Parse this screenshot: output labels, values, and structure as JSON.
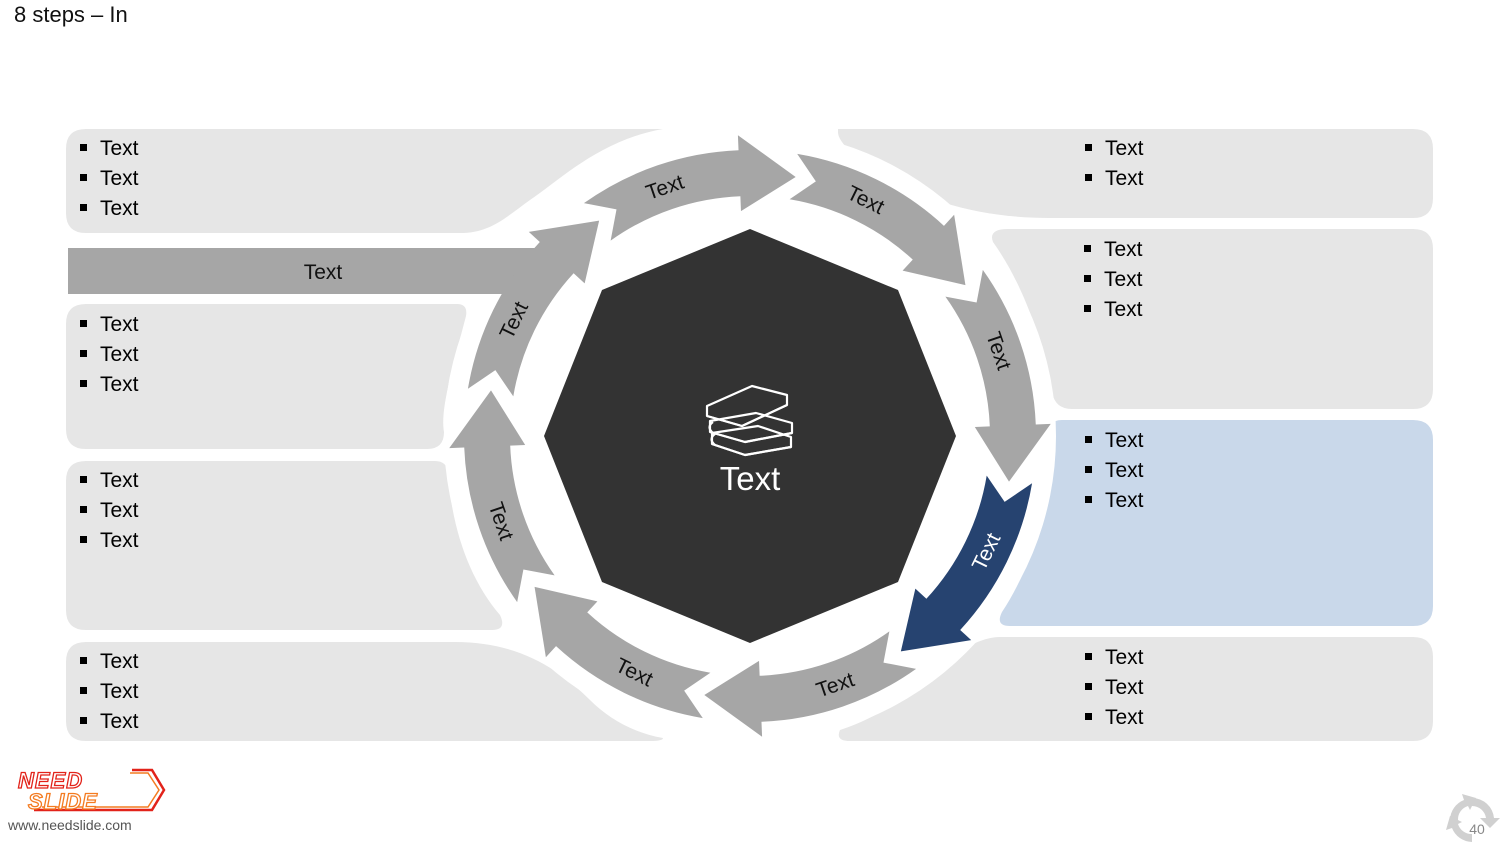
{
  "slide": {
    "title": "8 steps – In",
    "page_number": "40",
    "footer_url": "www.needslide.com",
    "logo_word1": "NEED",
    "logo_word2": "SLIDE"
  },
  "center": {
    "label": "Text",
    "icon": "books-icon"
  },
  "input_arrow": {
    "label": "Text"
  },
  "ring_segments": [
    {
      "label": "Text",
      "highlighted": false
    },
    {
      "label": "Text",
      "highlighted": false
    },
    {
      "label": "Text",
      "highlighted": false
    },
    {
      "label": "Text",
      "highlighted": true
    },
    {
      "label": "Text",
      "highlighted": false
    },
    {
      "label": "Text",
      "highlighted": false
    },
    {
      "label": "Text",
      "highlighted": false
    },
    {
      "label": "Text",
      "highlighted": false
    }
  ],
  "panels": {
    "left": [
      {
        "items": [
          "Text",
          "Text",
          "Text"
        ]
      },
      {
        "items": [
          "Text",
          "Text",
          "Text"
        ]
      },
      {
        "items": [
          "Text",
          "Text",
          "Text"
        ]
      },
      {
        "items": [
          "Text",
          "Text",
          "Text"
        ]
      }
    ],
    "right": [
      {
        "items": [
          "Text",
          "Text"
        ]
      },
      {
        "items": [
          "Text",
          "Text",
          "Text"
        ]
      },
      {
        "items": [
          "Text",
          "Text",
          "Text"
        ]
      },
      {
        "items": [
          "Text",
          "Text",
          "Text"
        ]
      }
    ]
  },
  "colors": {
    "panel_gray": "#e6e6e6",
    "panel_highlight": "#c9d8ea",
    "arrow_gray": "#a6a6a6",
    "arrow_highlight": "#264370",
    "hexagon": "#333333",
    "logo_red": "#e2231a",
    "logo_orange": "#f47b20"
  }
}
